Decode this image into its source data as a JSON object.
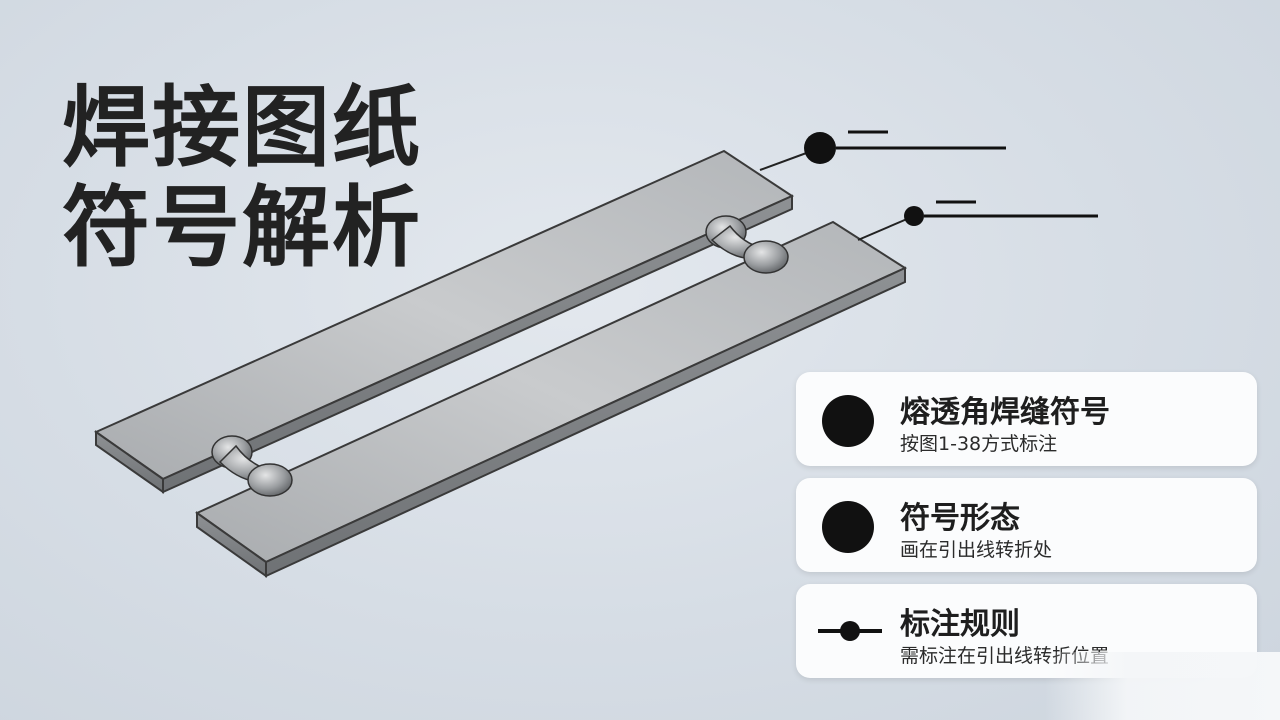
{
  "title": {
    "line1": "焊接图纸",
    "line2": "符号解析"
  },
  "cards": [
    {
      "title": "熔透角焊缝符号",
      "subtitle": "按图1-38方式标注",
      "icon": "filled-circle-icon"
    },
    {
      "title": "符号形态",
      "subtitle": "画在引出线转折处",
      "icon": "filled-circle-icon"
    },
    {
      "title": "标注规则",
      "subtitle": "需标注在引出线转折位置",
      "icon": "leader-line-dot-icon"
    }
  ],
  "colors": {
    "background": "#d6dde5",
    "card": "#fbfcfd",
    "text": "#222222",
    "symbol": "#111111",
    "plate": "#b9bcbf"
  }
}
